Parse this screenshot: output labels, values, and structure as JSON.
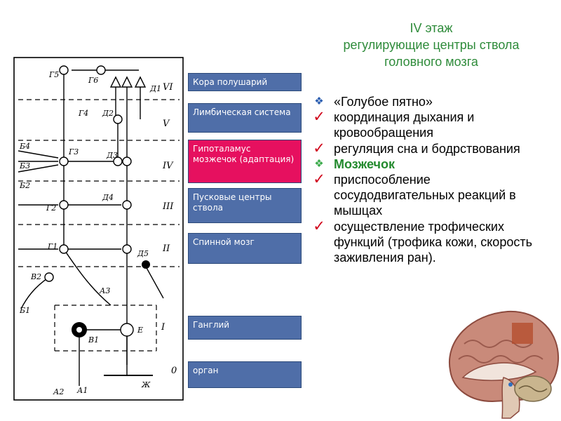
{
  "title": {
    "line1": "IV этаж",
    "line2": "регулирующие центры ствола",
    "line3": "головного мозга"
  },
  "levels": [
    {
      "label": "Кора полушарий",
      "active": false
    },
    {
      "label": "Лимбическая система",
      "active": false
    },
    {
      "label": "Гипоталамус мозжечок (адаптация)",
      "active": true
    },
    {
      "label": "Пусковые центры ствола",
      "active": false
    },
    {
      "label": "Спинной мозг",
      "active": false
    },
    {
      "label": "Ганглий",
      "active": false
    },
    {
      "label": "орган",
      "active": false
    }
  ],
  "content": {
    "blue_spot": {
      "heading": "«Голубое пятно»",
      "point1": "координация дыхания и кровообращения",
      "point2": "регуляция сна и бодрствования"
    },
    "cerebellum": {
      "heading": "Мозжечок",
      "point1": "приспособление сосудодвигательных реакций в мышцах",
      "point2": "осуществление трофических функций (трофика кожи, скорость заживления ран)."
    }
  },
  "diagram": {
    "floor_labels": [
      "VI",
      "V",
      "IV",
      "III",
      "II",
      "I",
      "0"
    ],
    "neuron_labels": [
      "Г5",
      "Г6",
      "Д1",
      "Г4",
      "Д2",
      "Б4",
      "Б3",
      "Б2",
      "Г3",
      "Д3",
      "Г2",
      "Д4",
      "Г1",
      "Д5",
      "В2",
      "Б1",
      "А3",
      "В1",
      "Е",
      "А2",
      "А1",
      "Ж"
    ]
  },
  "colors": {
    "title_green": "#2e8b3a",
    "level_blue": "#4f6ea8",
    "level_active": "#e6105f",
    "check_red": "#d0041a"
  },
  "icons": [
    "check-icon",
    "diamond-bullet-icon",
    "brain-image"
  ]
}
